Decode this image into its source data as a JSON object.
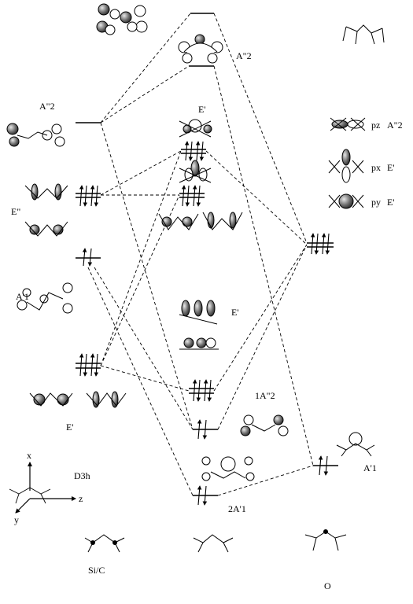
{
  "labels": {
    "left_A2": "A\"2",
    "left_E2": "E\"",
    "left_A1": "A'1",
    "left_E1": "E'",
    "center_A2": "A\"2",
    "center_E1_top": "E'",
    "center_E1_mid": "E'",
    "center_1A2": "1A\"2",
    "center_2A1": "2A'1",
    "right_pz": "pz",
    "right_pz_sym": "A\"2",
    "right_px": "px",
    "right_px_sym": "E'",
    "right_py": "py",
    "right_py_sym": "E'",
    "right_A1": "A'1",
    "symmetry": "D3h",
    "fragment_left": "Si/C",
    "fragment_right": "O",
    "axis_x": "x",
    "axis_y": "y",
    "axis_z": "z"
  },
  "colors": {
    "line": "#000000",
    "shade": "#8a8a8a",
    "background": "#ffffff"
  }
}
